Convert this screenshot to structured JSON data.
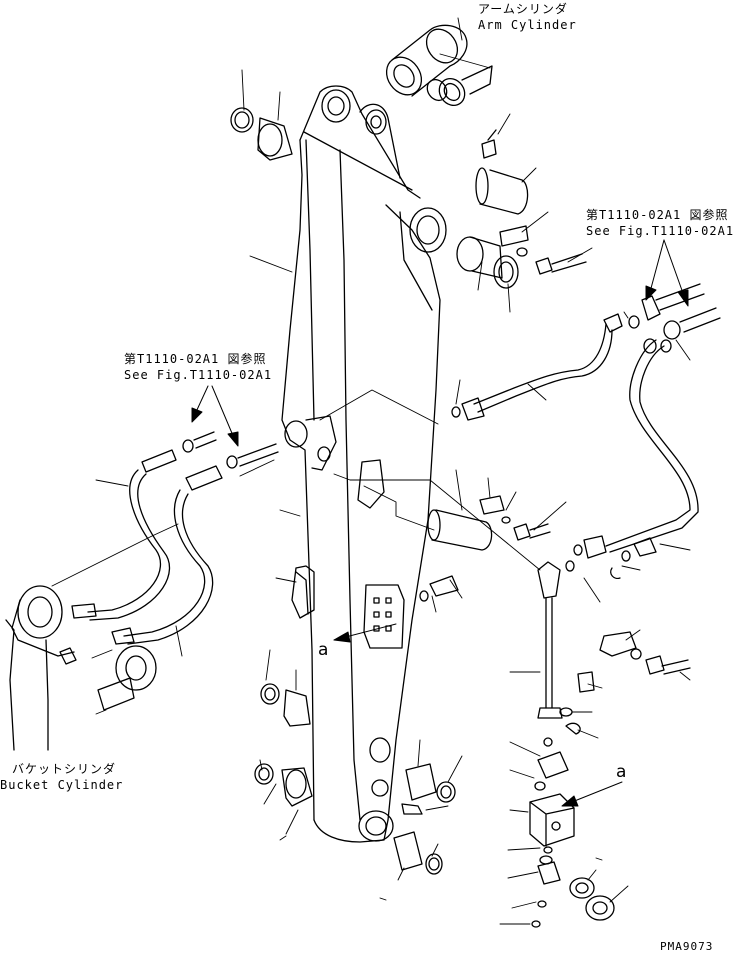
{
  "labels": {
    "arm_cylinder_jp": "アームシリンダ",
    "arm_cylinder_en": "Arm Cylinder",
    "ref_jp": "第T1110-02A1 図参照",
    "ref_en": "See Fig.T1110-02A1",
    "bucket_cylinder_jp": "バケットシリンダ",
    "bucket_cylinder_en": "Bucket Cylinder",
    "callout_a": "a",
    "drawing_id": "PMA9073"
  }
}
